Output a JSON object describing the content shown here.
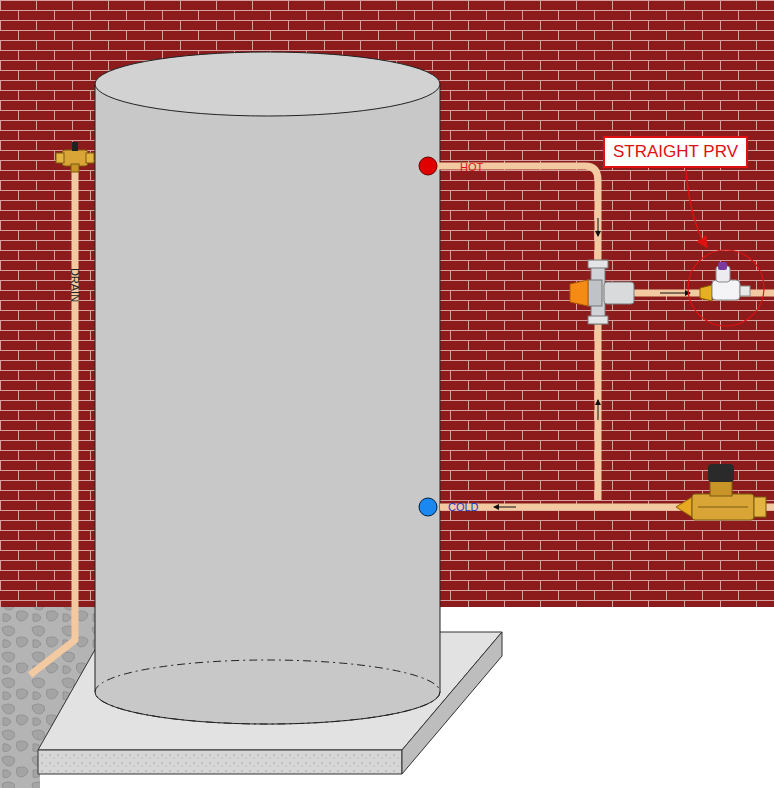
{
  "diagram": {
    "nodes": [
      {
        "text": [
          "STRAIGHT PRV"
        ]
      }
    ],
    "labels": [
      "HOT",
      "COLD",
      "DRAIN"
    ]
  }
}
